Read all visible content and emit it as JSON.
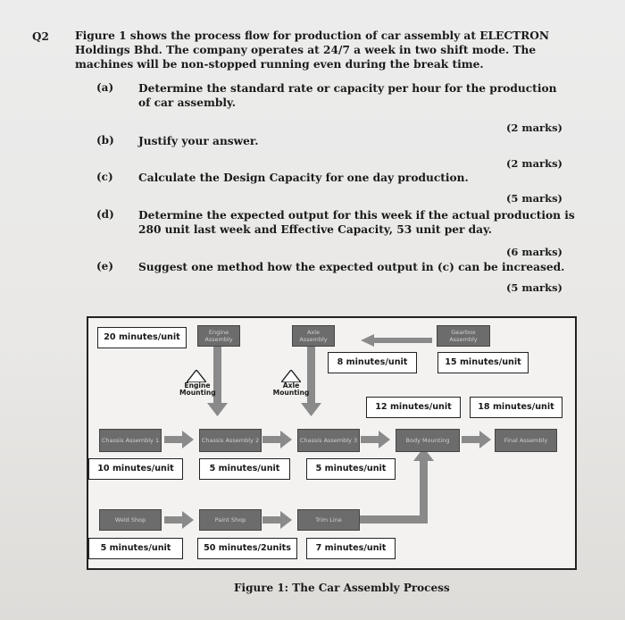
{
  "question": {
    "number": "Q2",
    "stem": "Figure 1 shows the process flow for production of car assembly at ELECTRON Holdings Bhd. The company operates at 24/7 a week in two shift mode. The machines will be non-stopped running even during the break time.",
    "parts": [
      {
        "label": "(a)",
        "text": "Determine the standard rate or capacity per hour for the production of car assembly.",
        "marks": "(2 marks)"
      },
      {
        "label": "(b)",
        "text": "Justify your answer.",
        "marks": "(2 marks)"
      },
      {
        "label": "(c)",
        "text": "Calculate the Design Capacity for one day production.",
        "marks": "(5 marks)"
      },
      {
        "label": "(d)",
        "text": "Determine the expected output for this week if the actual production is 280 unit last week and Effective Capacity, 53 unit per day.",
        "marks": "(6 marks)"
      },
      {
        "label": "(e)",
        "text": "Suggest one method how the expected output in (c) can be increased.",
        "marks": "(5 marks)"
      }
    ]
  },
  "figure": {
    "caption": "Figure 1: The Car Assembly Process",
    "times": {
      "engine": "20 minutes/unit",
      "axle": "8 minutes/unit",
      "gearbox": "15 minutes/unit",
      "body": "12 minutes/unit",
      "final": "18 minutes/unit",
      "chassis1": "10 minutes/unit",
      "chassis2": "5 minutes/unit",
      "chassis3": "5 minutes/unit",
      "weld": "5 minutes/unit",
      "paint": "50 minutes/2units",
      "trim": "7 minutes/unit"
    },
    "stages": {
      "engine_assembly": "Engine Assembly",
      "axle_assembly": "Axle Assembly",
      "gearbox_assembly": "Gearbox Assembly",
      "chassis1": "Chassis Assembly 1",
      "chassis2": "Chassis Assembly 2",
      "chassis3": "Chassis Assembly 3",
      "body_mounting": "Body Mounting",
      "final_assembly": "Final Assembly",
      "weld_shop": "Weld Shop",
      "paint_shop": "Paint Shop",
      "trim_line": "Trim Line"
    },
    "mounting": {
      "engine": "Engine Mounting",
      "axle": "Axle Mounting"
    }
  }
}
